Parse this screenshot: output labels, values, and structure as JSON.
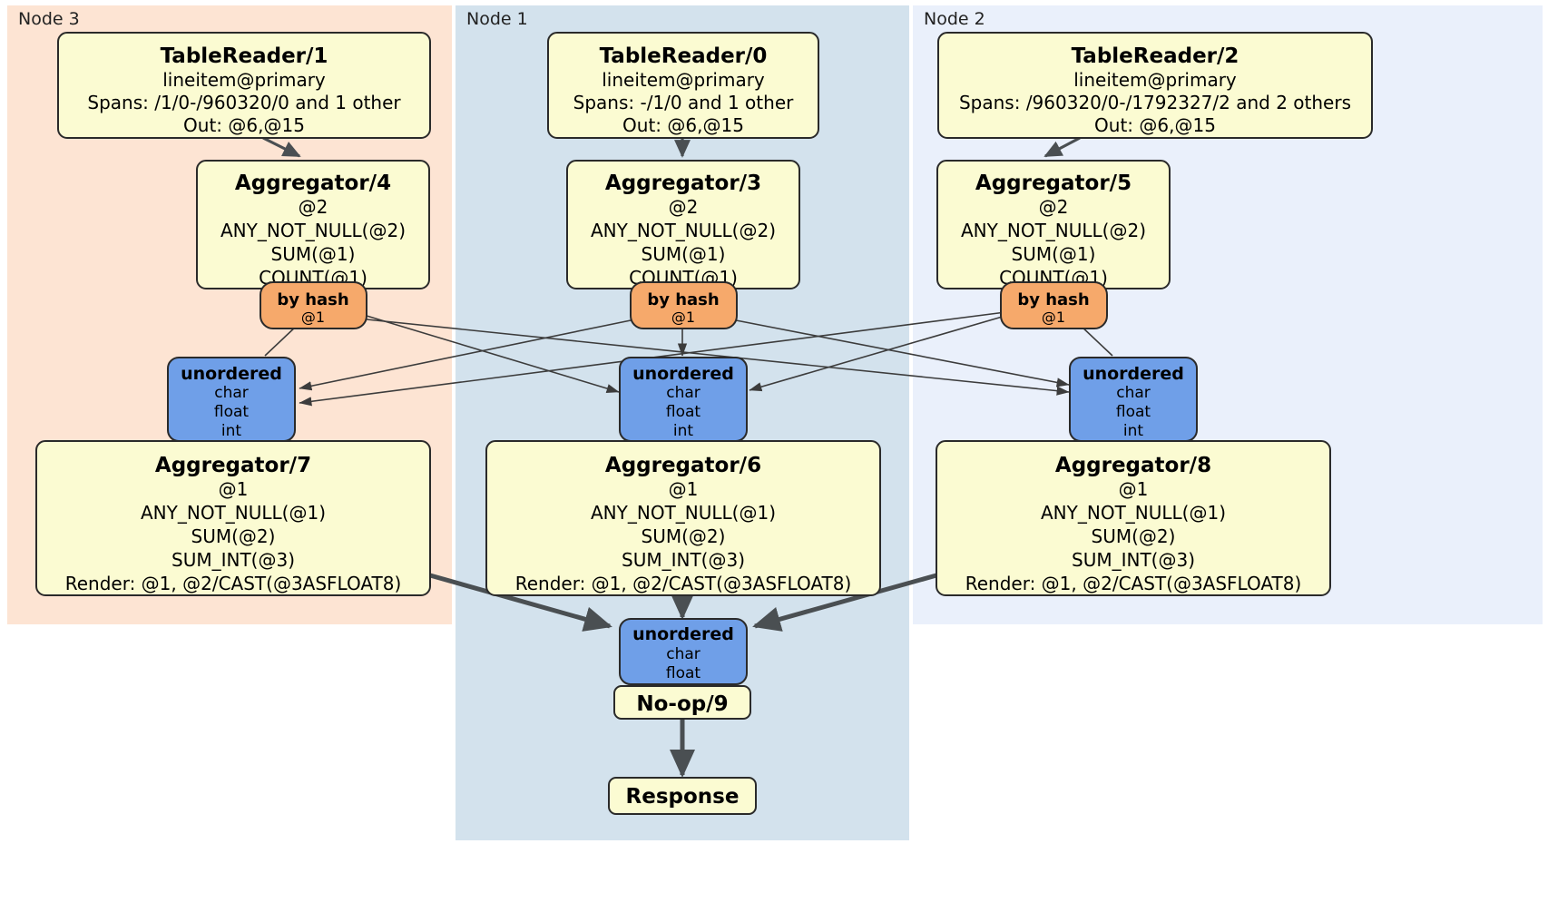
{
  "diagram": {
    "kind": "distributed-query-plan",
    "colors": {
      "node3_bg": "#fde4d3",
      "node1_bg": "#d3e2ed",
      "node2_bg": "#eaf0fb",
      "processor_fill": "#fbfbd2",
      "router_fill": "#f6a96b",
      "synchronizer_fill": "#6f9fe8",
      "edge_stroke": "#4a4f52",
      "border_stroke": "#2a2a2a"
    },
    "regions": [
      {
        "id": "node3",
        "label": "Node 3"
      },
      {
        "id": "node1",
        "label": "Node 1"
      },
      {
        "id": "node2",
        "label": "Node 2"
      }
    ],
    "processors": [
      {
        "id": "tablereader1",
        "region": "node3",
        "title": "TableReader/1",
        "lines": [
          "lineitem@primary",
          "Spans: /1/0-/960320/0 and 1 other",
          "Out: @6,@15"
        ]
      },
      {
        "id": "tablereader0",
        "region": "node1",
        "title": "TableReader/0",
        "lines": [
          "lineitem@primary",
          "Spans: -/1/0 and 1 other",
          "Out: @6,@15"
        ]
      },
      {
        "id": "tablereader2",
        "region": "node2",
        "title": "TableReader/2",
        "lines": [
          "lineitem@primary",
          "Spans: /960320/0-/1792327/2 and 2 others",
          "Out: @6,@15"
        ]
      },
      {
        "id": "aggregator4",
        "region": "node3",
        "title": "Aggregator/4",
        "lines": [
          "@2",
          "ANY_NOT_NULL(@2)",
          "SUM(@1)",
          "COUNT(@1)"
        ]
      },
      {
        "id": "aggregator3",
        "region": "node1",
        "title": "Aggregator/3",
        "lines": [
          "@2",
          "ANY_NOT_NULL(@2)",
          "SUM(@1)",
          "COUNT(@1)"
        ]
      },
      {
        "id": "aggregator5",
        "region": "node2",
        "title": "Aggregator/5",
        "lines": [
          "@2",
          "ANY_NOT_NULL(@2)",
          "SUM(@1)",
          "COUNT(@1)"
        ]
      },
      {
        "id": "aggregator7",
        "region": "node3",
        "title": "Aggregator/7",
        "lines": [
          "@1",
          "ANY_NOT_NULL(@1)",
          "SUM(@2)",
          "SUM_INT(@3)",
          "Render: @1, @2/CAST(@3ASFLOAT8)"
        ]
      },
      {
        "id": "aggregator6",
        "region": "node1",
        "title": "Aggregator/6",
        "lines": [
          "@1",
          "ANY_NOT_NULL(@1)",
          "SUM(@2)",
          "SUM_INT(@3)",
          "Render: @1, @2/CAST(@3ASFLOAT8)"
        ]
      },
      {
        "id": "aggregator8",
        "region": "node2",
        "title": "Aggregator/8",
        "lines": [
          "@1",
          "ANY_NOT_NULL(@1)",
          "SUM(@2)",
          "SUM_INT(@3)",
          "Render: @1, @2/CAST(@3ASFLOAT8)"
        ]
      },
      {
        "id": "noop9",
        "region": "node1",
        "title": "No-op/9",
        "lines": []
      },
      {
        "id": "response",
        "region": "node1",
        "title": "Response",
        "lines": []
      }
    ],
    "routers": [
      {
        "id": "byhash-node3",
        "region": "node3",
        "title": "by hash",
        "lines": [
          "@1"
        ]
      },
      {
        "id": "byhash-node1",
        "region": "node1",
        "title": "by hash",
        "lines": [
          "@1"
        ]
      },
      {
        "id": "byhash-node2",
        "region": "node2",
        "title": "by hash",
        "lines": [
          "@1"
        ]
      }
    ],
    "synchronizers": [
      {
        "id": "unordered-node3",
        "region": "node3",
        "title": "unordered",
        "lines": [
          "char",
          "float",
          "int"
        ]
      },
      {
        "id": "unordered-node1",
        "region": "node1",
        "title": "unordered",
        "lines": [
          "char",
          "float",
          "int"
        ]
      },
      {
        "id": "unordered-node2",
        "region": "node2",
        "title": "unordered",
        "lines": [
          "char",
          "float",
          "int"
        ]
      },
      {
        "id": "unordered-final",
        "region": "node1",
        "title": "unordered",
        "lines": [
          "char",
          "float"
        ]
      }
    ]
  }
}
